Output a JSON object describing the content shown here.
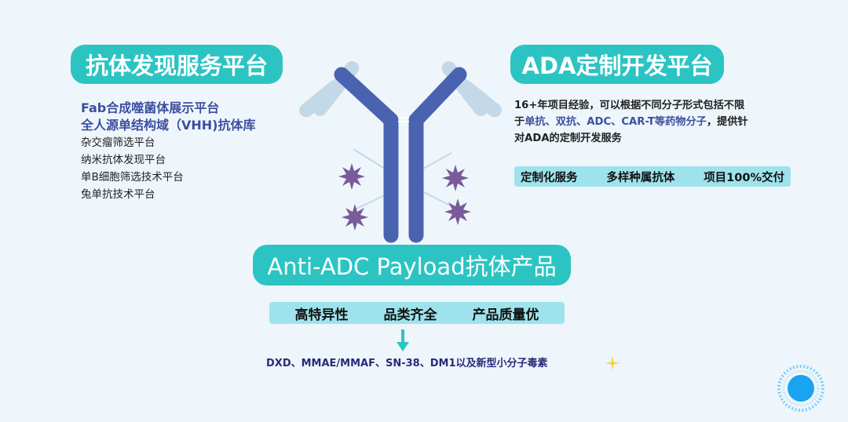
{
  "left": {
    "title": "抗体发现服务平台",
    "highlights": [
      "Fab合成噬菌体展示平台",
      "全人源单结构域（VHH)抗体库"
    ],
    "items": [
      "杂交瘤筛选平台",
      "纳米抗体发现平台",
      "单B细胞筛选技术平台",
      "兔单抗技术平台"
    ]
  },
  "right": {
    "title": "ADA定制开发平台",
    "desc_1": "16+年项目经验，可以根据不同分子形式包括不限",
    "desc_2a": "于",
    "desc_2b": "单抗、双抗、ADC、CAR-T等药物分子",
    "desc_2c": "，提供针",
    "desc_3": "对ADA的定制开发服务",
    "features": [
      "定制化服务",
      "多样种属抗体",
      "项目100%交付"
    ]
  },
  "center": {
    "title": "Anti-ADC Payload抗体产品",
    "features": [
      "高特异性",
      "品类齐全",
      "产品质量优"
    ],
    "payloads": "DXD、MMAE/MMAF、SN-38、DM1以及新型小分子毒素"
  },
  "colors": {
    "accent": "#2cc4c3",
    "antibody": "#4a63b0",
    "antibody_light": "#bcd6e6",
    "payload": "#7a5a9a",
    "bar": "#9ee3ec"
  }
}
